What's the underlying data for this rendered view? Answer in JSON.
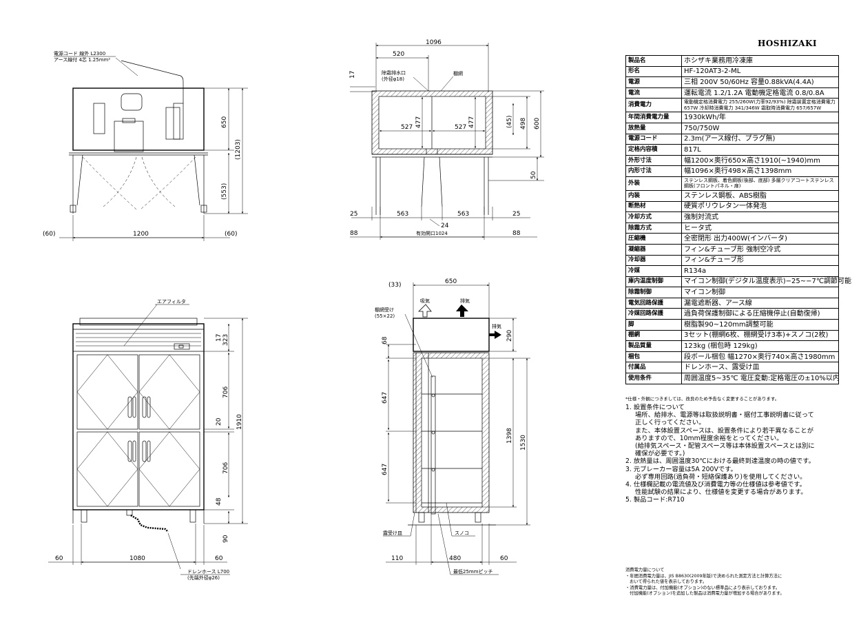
{
  "brand": "HOSHIZAKI",
  "spec_table": [
    {
      "label": "製品名",
      "value": "ホシザキ業務用冷凍庫"
    },
    {
      "label": "形名",
      "value": "HF-120AT3-2-ML"
    },
    {
      "label": "電源",
      "value": "三相 200V 50/60Hz 容量0.88kVA(4.4A)"
    },
    {
      "label": "電流",
      "value": "運転電流 1.2/1.2A 電動機定格電流 0.8/0.8A"
    },
    {
      "label": "消費電力",
      "value": "電動機定格消費電力 255/260W(力率92/93%) 除霜装置定格消費電力 657W 冷却時消費電力 341/346W 霜取時消費電力 657/657W"
    },
    {
      "label": "年間消費電力量",
      "value": "1930kWh/年"
    },
    {
      "label": "放熱量",
      "value": "750/750W"
    },
    {
      "label": "電源コード",
      "value": "2.3m(アース線付、プラグ無)"
    },
    {
      "label": "定格内容積",
      "value": "817L"
    },
    {
      "label": "外形寸法",
      "value": "幅1200×奥行650×高さ1910(~1940)mm"
    },
    {
      "label": "内形寸法",
      "value": "幅1096×奥行498×高さ1398mm"
    },
    {
      "label": "外装",
      "value": "ステンレス鋼板、着色鋼板(後部、底部) 多層クリアコートステンレス鋼板(フロントパネル・扉)"
    },
    {
      "label": "内装",
      "value": "ステンレス鋼板、ABS樹脂"
    },
    {
      "label": "断熱材",
      "value": "硬質ポリウレタン一体発泡"
    },
    {
      "label": "冷却方式",
      "value": "強制対流式"
    },
    {
      "label": "除霜方式",
      "value": "ヒータ式"
    },
    {
      "label": "圧縮機",
      "value": "全密閉形 出力400W(インバータ)"
    },
    {
      "label": "凝縮器",
      "value": "フィン&チューブ形 強制空冷式"
    },
    {
      "label": "冷却器",
      "value": "フィン&チューブ形"
    },
    {
      "label": "冷媒",
      "value": "R134a"
    },
    {
      "label": "庫内温度制御",
      "value": "マイコン制御(デジタル温度表示)−25~−7℃調節可能"
    },
    {
      "label": "除霜制御",
      "value": "マイコン制御"
    },
    {
      "label": "電気回路保護",
      "value": "漏電遮断器、アース線"
    },
    {
      "label": "冷媒回路保護",
      "value": "過負荷保護制御による圧縮機停止(自動復帰)"
    },
    {
      "label": "脚",
      "value": "樹脂製90~120mm調整可能"
    },
    {
      "label": "棚網",
      "value": "3セット(棚網6枚、棚網受け3本)+スノコ(2枚)"
    },
    {
      "label": "製品質量",
      "value": "123kg (梱包時 129kg)"
    },
    {
      "label": "梱包",
      "value": "段ボール梱包 幅1270×奥行740×高さ1980mm"
    },
    {
      "label": "付属品",
      "value": "ドレンホース、露受け皿"
    },
    {
      "label": "使用条件",
      "value": "周囲温度5~35℃ 電圧変動:定格電圧の±10%以内"
    }
  ],
  "spec_footnote": "*仕様・外観につきましては、改良のため予告なく変更することがあります。",
  "notes": [
    "1. 設置条件について",
    "場所、給排水、電源等は取扱説明書・据付工事説明書に従って",
    "正しく行ってください。",
    "また、本体設置スペースは、設置条件により若干異なることが",
    "ありますので、10mm程度余裕をとってください。",
    "(給排気スペース・配管スペース等は本体設置スペースとは別に",
    "確保が必要です。)",
    "2. 放熱量は、周囲温度30℃における最終到達温度の時の値です。",
    "3. 元ブレーカー容量は5A 200Vです。",
    "必ず専用回路(過負荷・短絡保護あり)を使用してください。",
    "4. 仕様欄記載の電流値及び消費電力等の仕様値は参考値です。",
    "性能試験の結果により、仕様値を変更する場合があります。",
    "5. 製品コード:R710"
  ],
  "energy_note": [
    "消費電力量について",
    "・年間消費電力量は、JIS B8630(2009年版)で決められた測定方法と計算方法に",
    "おいて得られた値を表示しております。",
    "・消費電力量は、付加機能(オプション)のない標準品により表示しております。",
    "付加機能(オプション)を追加した製品は消費電力量が増加する場合があります。"
  ],
  "top_view": {
    "cord_label_1": "電源コード 線外 L2300",
    "cord_label_2": "アース線付 4芯 1.25mm²",
    "dim_width": "1200",
    "dim_side_left": "(60)",
    "dim_side_right": "(60)",
    "dim_650": "650",
    "dim_553": "(553)",
    "dim_1203": "(1203)"
  },
  "interior_view": {
    "dim_1096": "1096",
    "dim_520": "520",
    "dim_17": "17",
    "drain_label_1": "除霜排水口",
    "drain_label_2": "(外径φ18)",
    "shelf_label": "棚網",
    "dim_527_a": "527",
    "dim_527_b": "527",
    "dim_477_a": "477",
    "dim_477_b": "477",
    "dim_45": "(45)",
    "dim_498": "498",
    "dim_600": "600",
    "dim_50": "50",
    "dim_25_l": "25",
    "dim_563_l": "563",
    "dim_563_r": "563",
    "dim_25_r": "25",
    "dim_24": "24",
    "dim_88_l": "88",
    "dim_88_r": "88",
    "opening": "有効開口1024"
  },
  "front_view": {
    "filter_label": "エアフィルタ",
    "dim_17": "17",
    "dim_323": "323",
    "dim_706_a": "706",
    "dim_20": "20",
    "dim_1910": "1910",
    "dim_706_b": "706",
    "dim_48": "48",
    "dim_90": "90",
    "dim_60_l": "60",
    "dim_1080": "1080",
    "dim_60_r": "60",
    "hose_label_1": "ドレンホース L700",
    "hose_label_2": "(先端外径φ26)"
  },
  "side_view": {
    "dim_33": "(33)",
    "dim_650": "650",
    "rack_label_1": "棚網受け",
    "rack_label_2": "(55×22)",
    "intake": "吸気",
    "exhaust_top": "排気",
    "exhaust_side": "排気",
    "dim_290": "290",
    "dim_68": "68",
    "dim_647_a": "647",
    "dim_647_b": "647",
    "dim_1398": "1398",
    "dim_1530": "1530",
    "drip_label": "露受け皿",
    "sunoko_label": "スノコ",
    "dim_110": "110",
    "dim_480": "480",
    "dim_60": "60",
    "pitch_label": "最低25mmピッチ"
  }
}
